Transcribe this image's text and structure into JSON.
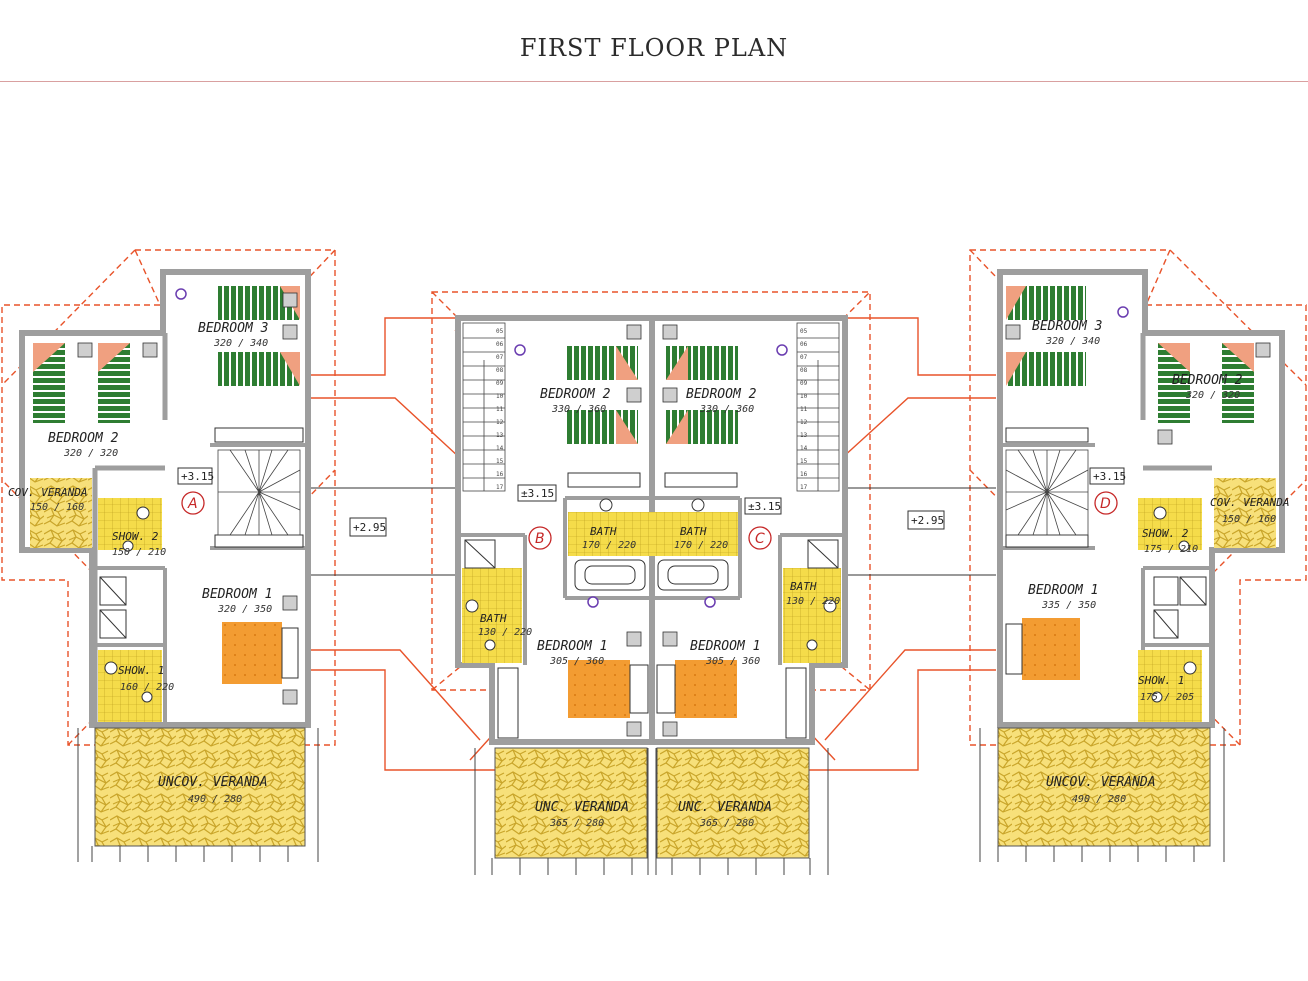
{
  "title": "FIRST FLOOR PLAN",
  "colors": {
    "wall": "#9e9e9e",
    "roof": "#e8532a",
    "tile": "#f5dc4a",
    "paving": "#f2d25a",
    "bed": "#2e7d32",
    "pillow": "#f0a080",
    "double_bed": "#f39c32"
  },
  "units": {
    "A": {
      "label": "A",
      "level": "+3.15",
      "rooms": {
        "bedroom3": {
          "name": "BEDROOM 3",
          "dims": "320 / 340"
        },
        "bedroom2": {
          "name": "BEDROOM 2",
          "dims": "320 / 320"
        },
        "bedroom1": {
          "name": "BEDROOM 1",
          "dims": "320 / 350"
        },
        "cov_veranda": {
          "name": "COV. VERANDA",
          "dims": "150 / 160"
        },
        "show2": {
          "name": "SHOW. 2",
          "dims": "150 / 210"
        },
        "show1": {
          "name": "SHOW. 1",
          "dims": "160 / 220"
        },
        "uncov_veranda": {
          "name": "UNCOV. VERANDA",
          "dims": "490 / 280"
        }
      }
    },
    "B": {
      "label": "B",
      "level": "±3.15",
      "rooms": {
        "bedroom2": {
          "name": "BEDROOM 2",
          "dims": "330 / 360"
        },
        "bath": {
          "name": "BATH",
          "dims": "170 / 220"
        },
        "bath_side": {
          "name": "BATH",
          "dims": "130 / 220"
        },
        "bedroom1": {
          "name": "BEDROOM 1",
          "dims": "305 / 360"
        },
        "unc_veranda": {
          "name": "UNC. VERANDA",
          "dims": "365 / 280"
        }
      }
    },
    "C": {
      "label": "C",
      "level": "±3.15",
      "rooms": {
        "bedroom2": {
          "name": "BEDROOM 2",
          "dims": "330 / 360"
        },
        "bath": {
          "name": "BATH",
          "dims": "170 / 220"
        },
        "bath_side": {
          "name": "BATH",
          "dims": "130 / 220"
        },
        "bedroom1": {
          "name": "BEDROOM 1",
          "dims": "305 / 360"
        },
        "unc_veranda": {
          "name": "UNC. VERANDA",
          "dims": "365 / 280"
        }
      }
    },
    "D": {
      "label": "D",
      "level": "+3.15",
      "rooms": {
        "bedroom3": {
          "name": "BEDROOM 3",
          "dims": "320 / 340"
        },
        "bedroom2": {
          "name": "BEDROOM 2",
          "dims": "320 / 320"
        },
        "bedroom1": {
          "name": "BEDROOM 1",
          "dims": "335 / 350"
        },
        "cov_veranda": {
          "name": "COV. VERANDA",
          "dims": "150 / 160"
        },
        "show2": {
          "name": "SHOW. 2",
          "dims": "175 / 210"
        },
        "show1": {
          "name": "SHOW. 1",
          "dims": "175 / 205"
        },
        "uncov_veranda": {
          "name": "UNCOV. VERANDA",
          "dims": "490 / 280"
        }
      }
    }
  },
  "roof_levels": {
    "left": "+2.95",
    "right": "+2.95"
  },
  "stair_numbers_a": [
    "17",
    "16",
    "15",
    "14",
    "13",
    "12",
    "11",
    "10",
    "09",
    "08",
    "07",
    "06",
    "05"
  ],
  "stair_numbers_b": [
    "05",
    "06",
    "07",
    "08",
    "09",
    "10",
    "11",
    "12",
    "13",
    "14",
    "15",
    "16",
    "17"
  ]
}
